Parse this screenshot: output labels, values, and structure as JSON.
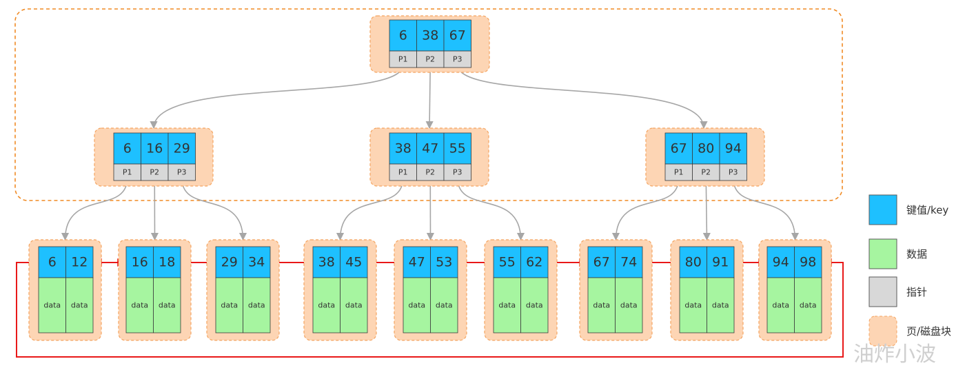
{
  "colors": {
    "key": "#1ec0ff",
    "data": "#a6f5a0",
    "pointer": "#d8d8d8",
    "page": "#fdd5b4",
    "page_border": "#f4a460",
    "arrow": "#a6a6a6",
    "link": "#e81818"
  },
  "root": {
    "keys": [
      "6",
      "38",
      "67"
    ],
    "pointers": [
      "P1",
      "P2",
      "P3"
    ]
  },
  "internal": [
    {
      "keys": [
        "6",
        "16",
        "29"
      ],
      "pointers": [
        "P1",
        "P2",
        "P3"
      ]
    },
    {
      "keys": [
        "38",
        "47",
        "55"
      ],
      "pointers": [
        "P1",
        "P2",
        "P3"
      ]
    },
    {
      "keys": [
        "67",
        "80",
        "94"
      ],
      "pointers": [
        "P1",
        "P2",
        "P3"
      ]
    }
  ],
  "leaves": [
    {
      "keys": [
        "6",
        "12"
      ],
      "data": [
        "data",
        "data"
      ]
    },
    {
      "keys": [
        "16",
        "18"
      ],
      "data": [
        "data",
        "data"
      ]
    },
    {
      "keys": [
        "29",
        "34"
      ],
      "data": [
        "data",
        "data"
      ]
    },
    {
      "keys": [
        "38",
        "45"
      ],
      "data": [
        "data",
        "data"
      ]
    },
    {
      "keys": [
        "47",
        "53"
      ],
      "data": [
        "data",
        "data"
      ]
    },
    {
      "keys": [
        "55",
        "62"
      ],
      "data": [
        "data",
        "data"
      ]
    },
    {
      "keys": [
        "67",
        "74"
      ],
      "data": [
        "data",
        "data"
      ]
    },
    {
      "keys": [
        "80",
        "91"
      ],
      "data": [
        "data",
        "data"
      ]
    },
    {
      "keys": [
        "94",
        "98"
      ],
      "data": [
        "data",
        "data"
      ]
    }
  ],
  "legend": [
    {
      "label": "键值/key",
      "color_key": "key"
    },
    {
      "label": "数据",
      "color_key": "data"
    },
    {
      "label": "指针",
      "color_key": "pointer"
    },
    {
      "label": "页/磁盘块",
      "color_key": "page"
    }
  ],
  "watermark": "油炸小波"
}
